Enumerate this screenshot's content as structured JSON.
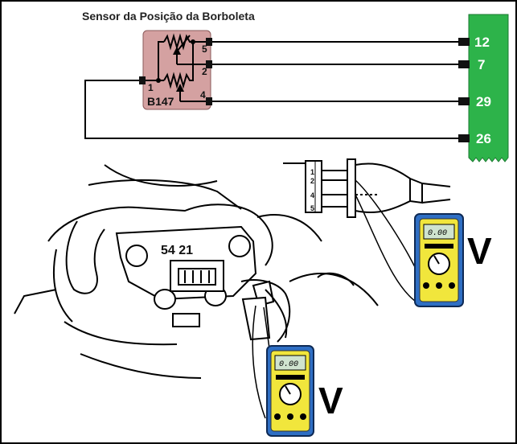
{
  "title": "Sensor da Posição da Borboleta",
  "sensor": {
    "label": "B147",
    "pins": [
      "1",
      "2",
      "4",
      "5"
    ]
  },
  "ecu": {
    "pins": [
      "12",
      "7",
      "29",
      "26"
    ]
  },
  "connector_pins": [
    "1",
    "2",
    "4",
    "5"
  ],
  "throttle_body_pins": "54 21",
  "multimeter": {
    "display": "0.00",
    "unit_label": "V"
  },
  "colors": {
    "sensor_fill": "#d4a1a1",
    "ecu_fill": "#2db34a",
    "meter_body": "#2f6fc4",
    "meter_face": "#f1e63c",
    "wire": "#000000"
  }
}
